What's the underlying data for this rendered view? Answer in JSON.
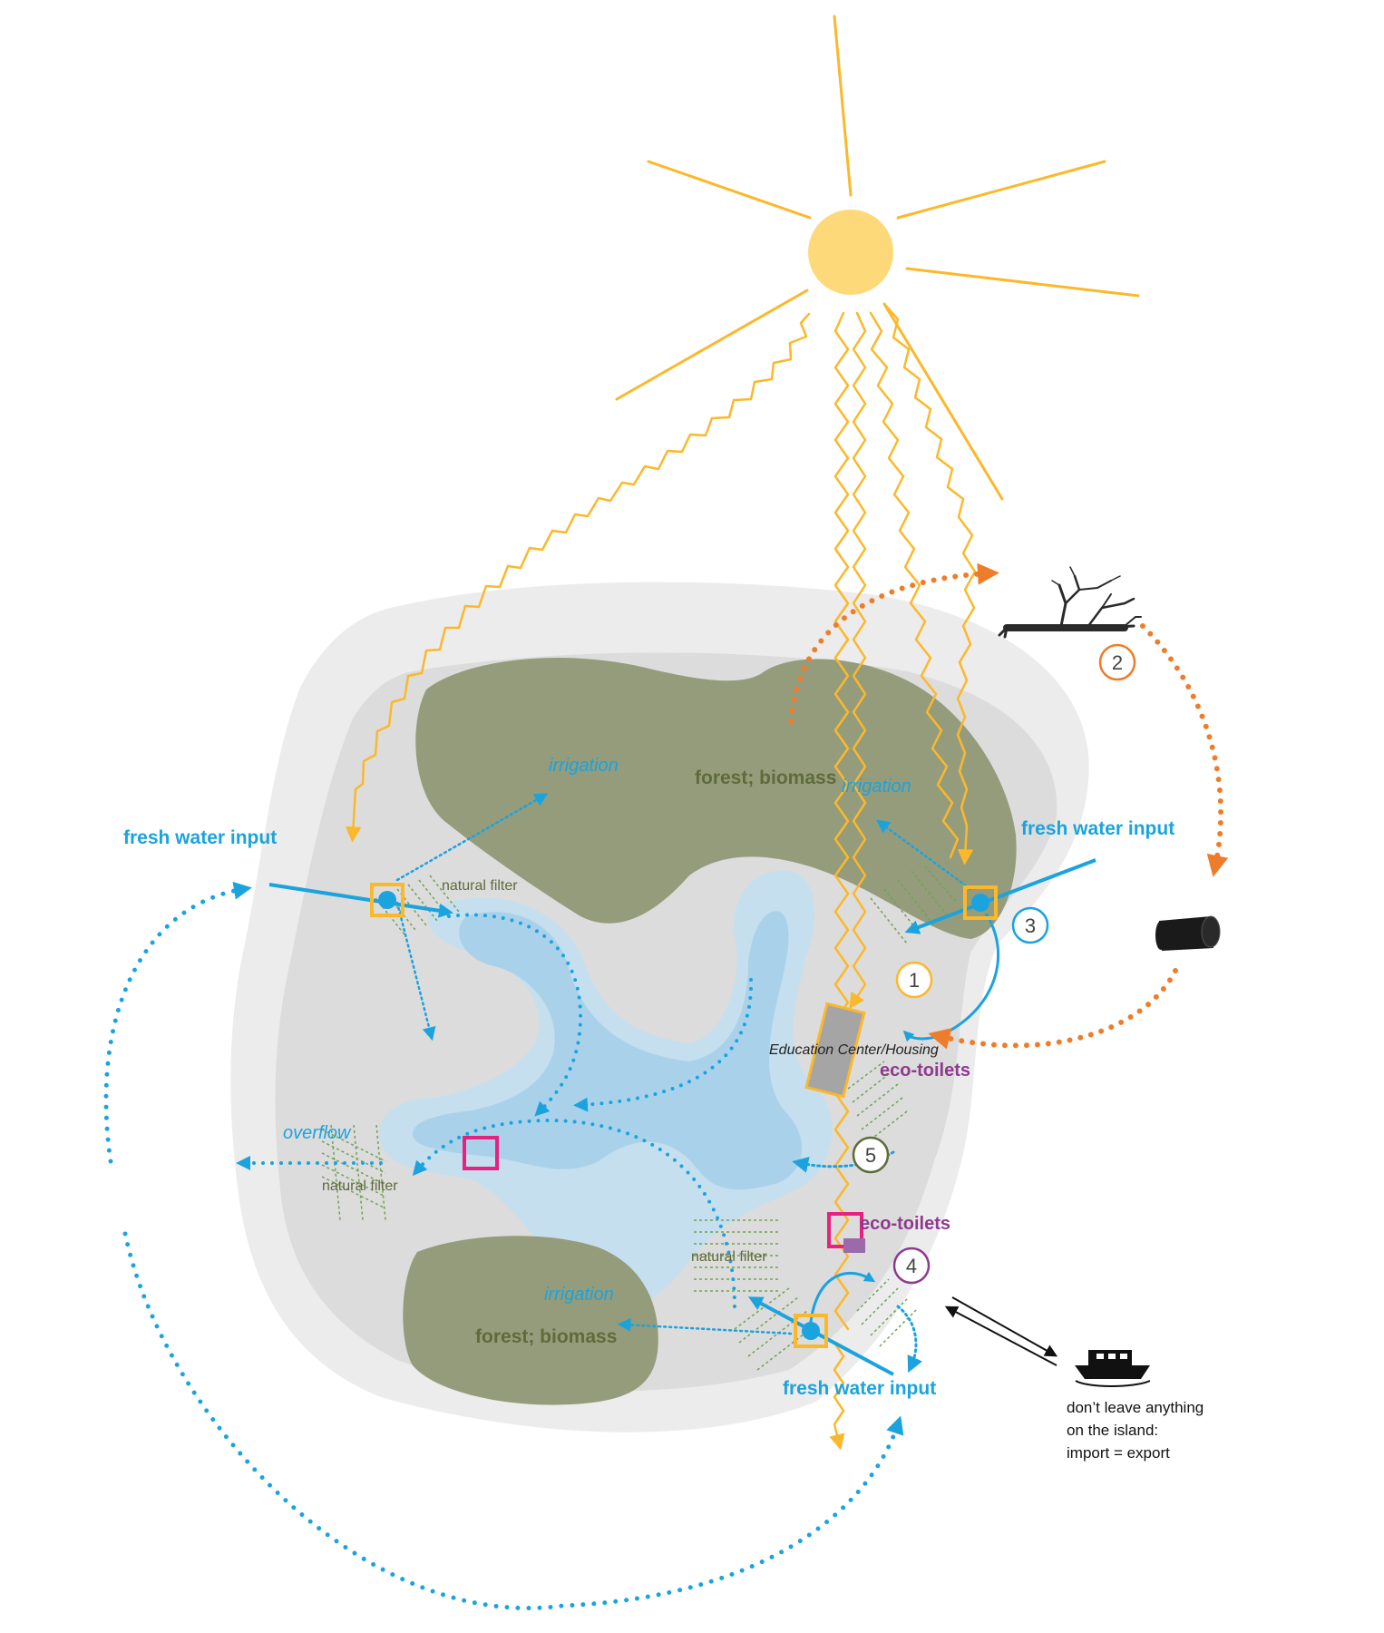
{
  "labels": {
    "fresh_water_left": "fresh water input",
    "fresh_water_right": "fresh water input",
    "fresh_water_bottom": "fresh water input",
    "forest_top": "forest; biomass",
    "forest_bottom": "forest; biomass",
    "irrigation_left": "irrigation",
    "irrigation_right": "irrigation",
    "irrigation_bottom": "irrigation",
    "natural_filter_top": "natural filter",
    "natural_filter_left": "natural filter",
    "natural_filter_bottom": "natural filter",
    "overflow": "overflow",
    "education_center": "Education Center/Housing",
    "eco_toilets_center": "eco-toilets",
    "eco_toilets_bottom": "eco-toilets",
    "note_line1": "don’t leave anything",
    "note_line2": "on the island:",
    "note_line3": "import = export"
  },
  "markers": [
    "1",
    "2",
    "3",
    "4",
    "5"
  ],
  "colors": {
    "water": "#1ba3de",
    "sun": "#fdd97a",
    "sun_ray": "#fbb82b",
    "forest": "#959c7b",
    "forest_text": "#5e6b3a",
    "island_outer": "#ececec",
    "island_inner": "#dcdcdc",
    "lake": "#a9d2ea",
    "biomass_flow": "#ee7d2b",
    "eco_toilet": "#e6217f",
    "eco_toilet_text": "#8e3a8f",
    "education": "#a5a5a5",
    "filter": "#6fa355",
    "marker_5": "#5e6b3a"
  },
  "icons": [
    "sun-icon",
    "fallen-tree-icon",
    "log-icon",
    "boat-icon"
  ]
}
